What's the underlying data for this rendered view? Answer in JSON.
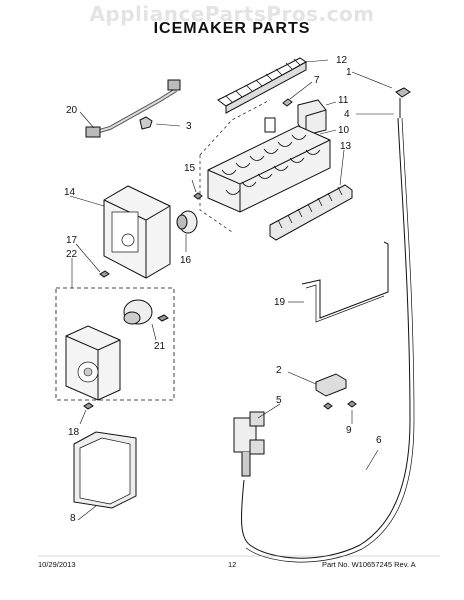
{
  "watermark": "AppliancePartsPros.com",
  "title": "ICEMAKER PARTS",
  "callouts": {
    "c1": "1",
    "c2": "2",
    "c3": "3",
    "c4": "4",
    "c5": "5",
    "c6": "6",
    "c7": "7",
    "c8": "8",
    "c9": "9",
    "c10": "10",
    "c11": "11",
    "c12": "12",
    "c13": "13",
    "c14": "14",
    "c15": "15",
    "c16": "16",
    "c17": "17",
    "c18": "18",
    "c19": "19",
    "c20": "20",
    "c21": "21",
    "c22": "22"
  },
  "footer": {
    "date": "10/29/2013",
    "page": "12",
    "part_no": "Part No.  W10657245   Rev.  A"
  }
}
